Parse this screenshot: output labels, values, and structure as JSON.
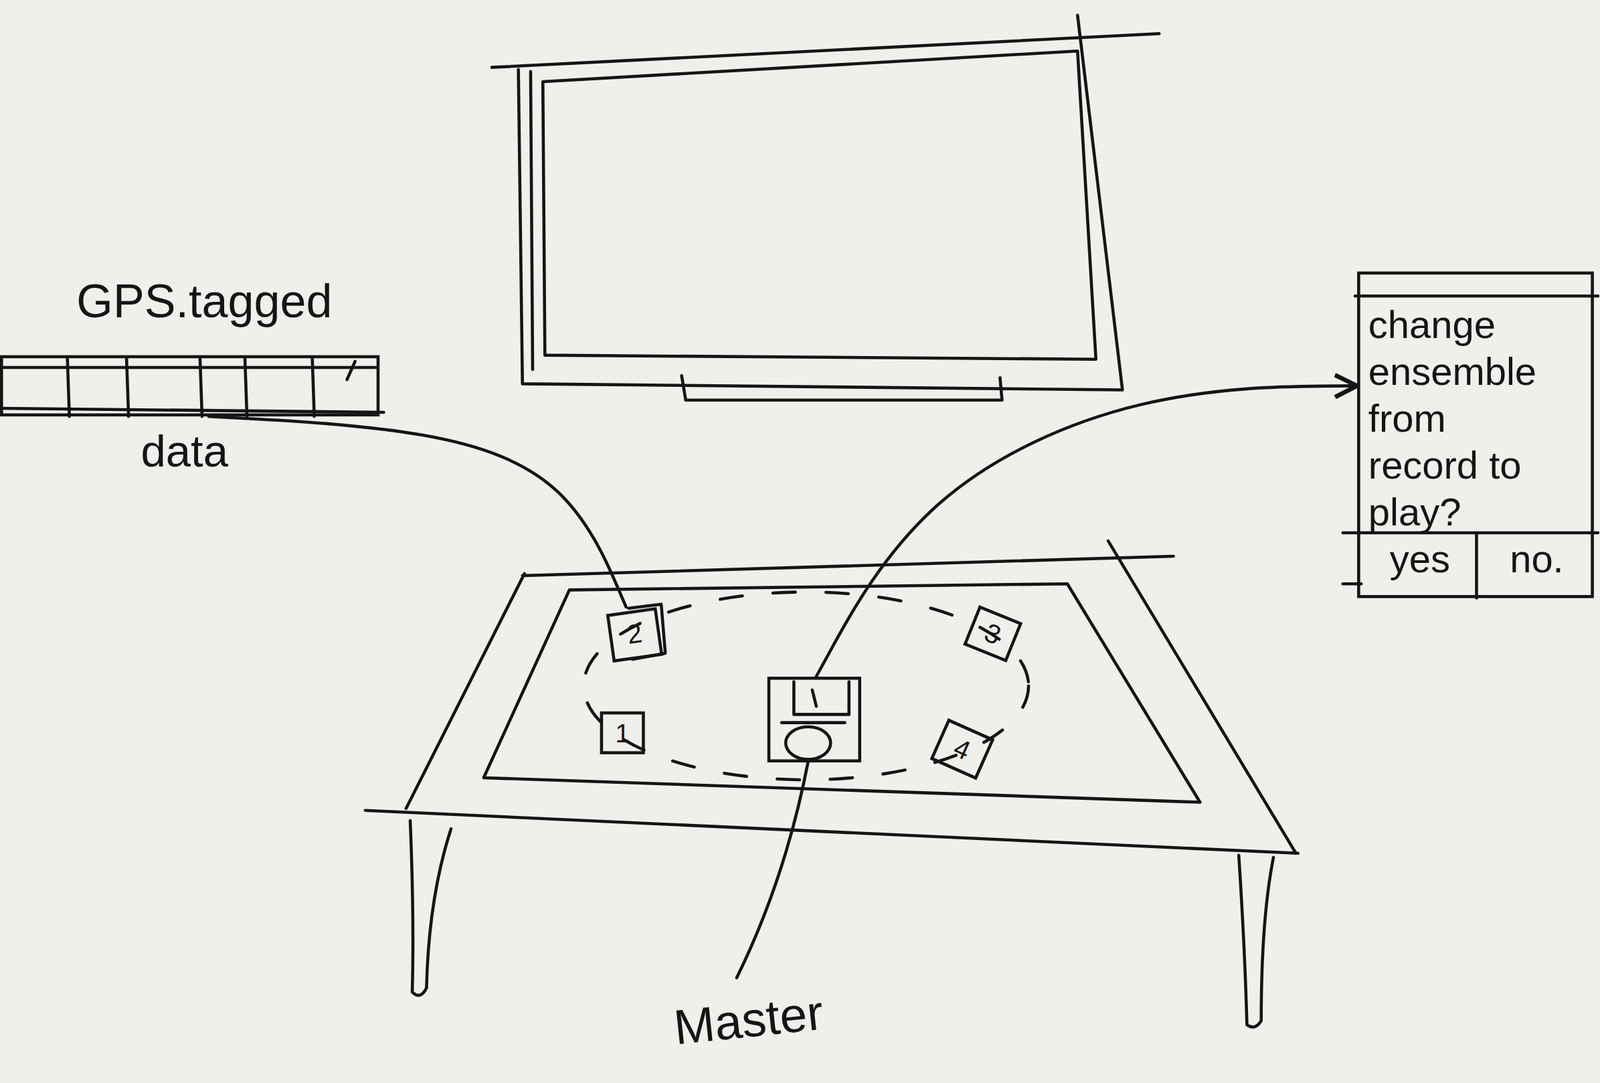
{
  "diagram": {
    "nodes": [
      {
        "text": [
          "GPS.tagged",
          "data"
        ]
      },
      {
        "text": [
          "change ensemble from record to play?",
          "yes",
          "no."
        ]
      },
      {
        "text": [
          "2"
        ]
      },
      {
        "text": [
          "3"
        ]
      },
      {
        "text": [
          "1"
        ]
      },
      {
        "text": [
          "Master"
        ]
      },
      {
        "text": [
          "4"
        ]
      }
    ],
    "edges": [
      {
        "from": 0,
        "to": 2,
        "arrow": "none"
      },
      {
        "from": 5,
        "to": 1,
        "arrow": "to"
      }
    ]
  }
}
